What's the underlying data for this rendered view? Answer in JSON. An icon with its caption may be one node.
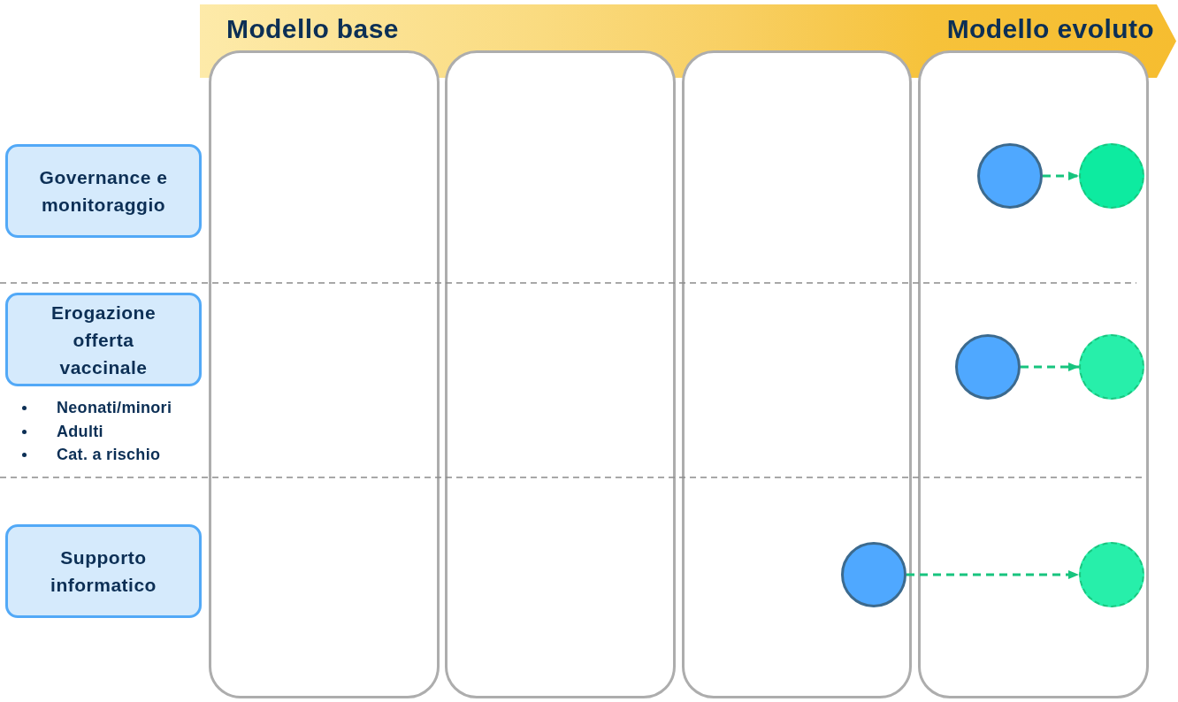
{
  "diagram": {
    "nodes": [
      {
        "text": [
          "Modello base",
          "Modello evoluto"
        ]
      },
      {
        "text": [],
        "shape": "box"
      },
      {
        "text": [],
        "shape": "box"
      },
      {
        "text": [],
        "shape": "box"
      },
      {
        "text": [],
        "shape": "box"
      },
      {
        "text": [
          "Governance e monitoraggio"
        ]
      },
      {
        "text": [
          "Erogazione offerta vaccinale"
        ],
        "beside": [
          "Neonati/minori",
          "Adulti",
          "Cat. a rischio"
        ]
      },
      {
        "text": [
          "Supporto informatico"
        ]
      },
      {
        "text": [],
        "shape": "circle",
        "in": 4
      },
      {
        "text": [],
        "shape": "circle",
        "in": 4
      },
      {
        "text": [],
        "shape": "circle",
        "in": 4
      },
      {
        "text": [],
        "shape": "circle",
        "in": 4
      },
      {
        "text": [],
        "shape": "circle",
        "in": 3
      },
      {
        "text": [],
        "shape": "circle",
        "in": 4
      }
    ],
    "edges": [
      {
        "from": 8,
        "to": 9,
        "arrow": "to",
        "style": "dashed"
      },
      {
        "from": 10,
        "to": 11,
        "arrow": "to",
        "style": "dashed"
      },
      {
        "from": 12,
        "to": 13,
        "arrow": "to",
        "style": "dashed"
      }
    ]
  }
}
